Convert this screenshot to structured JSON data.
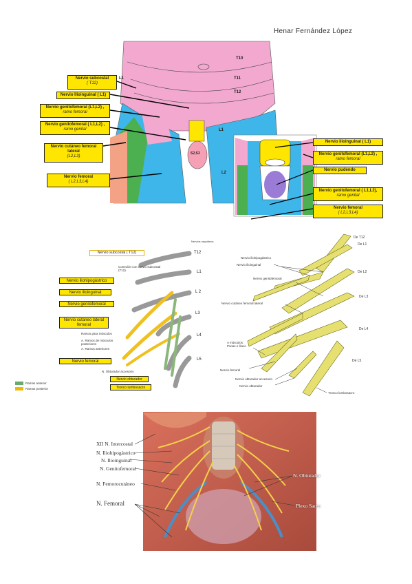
{
  "author": "Henar Fernández López",
  "figure1": {
    "segments": [
      "T10",
      "T11",
      "T12",
      "L1",
      "L2"
    ],
    "inset_segment": "S2,S3",
    "left_labels": [
      {
        "name": "Nervio subcostal",
        "roots": "( T12)"
      },
      {
        "name": "Nervio Ilioinguinal ( L1)",
        "roots": ""
      },
      {
        "name": "Nervio genitofemoral (L1,L2) ,",
        "roots": "ramo femoral"
      },
      {
        "name": "Nervio genitofemoral ( L1,L2) ,",
        "roots": "ramo genital"
      },
      {
        "name": "Nervio cutáneo femoral lateral",
        "roots": "(L2,L3)"
      },
      {
        "name": "Nervio femoral",
        "roots": "( L2,L3,L4)"
      }
    ],
    "right_labels": [
      {
        "name": "Nervio ilioinguinal ( L1)",
        "roots": ""
      },
      {
        "name": "Nervio genitofemoral (L1,L2) ,",
        "roots": "ramo femoral"
      },
      {
        "name": "Nervio pudendo",
        "roots": ""
      },
      {
        "name": "Nervio genitofemoral ( L1,L2),",
        "roots": "ramo genital"
      },
      {
        "name": "Nervio femoral",
        "roots": "( L2,L3,L4)"
      }
    ]
  },
  "figure2": {
    "header": "Nervios raquídeos",
    "segments": [
      "T12",
      "L1",
      "L 2",
      "L3",
      "L4",
      "L5"
    ],
    "labels": [
      "Nervio subcostal ( T12)",
      "Nervio iliohipogástrico",
      "Nervio ilioinguinal",
      "Nervio genitofemoral",
      "Nervio cutaneo lateral femoral",
      "Nervio femoral",
      "Nervio obturador",
      "Tronco lumbosacro"
    ],
    "small_labels": [
      "Conexión con nervio subcostal (T12)",
      "Ramos para músculos",
      "A. Ramos anteriores",
      "A. Ramos de músculos posteriores",
      "N. Obturador accesorio"
    ],
    "legend": [
      {
        "label": "Ramas anterior",
        "color": "#6aaa6a"
      },
      {
        "label": "Ramas posterior",
        "color": "#f2b800"
      }
    ]
  },
  "figure3": {
    "segments": [
      "De T12",
      "De L1",
      "De L2",
      "De L3",
      "De L4",
      "De L5"
    ],
    "labels": [
      "Nervio iliohipogástrico",
      "Nervio ilioinguinal",
      "Nervio genitofemoral",
      "Nervio cutáneo femoral lateral",
      "A músculos Psoas e iliaco",
      "Nervio femoral",
      "Nervio obturador accesorio",
      "Nervio obturador",
      "Tronco lumbosacro"
    ]
  },
  "figure4": {
    "left_labels": [
      "XII N. Intercostal",
      "N. Iliohipogástrico",
      "N. Ilioinguinal",
      "N. Genitofemoral",
      "N. Femorocutáneo",
      "N. Femoral"
    ],
    "right_labels": [
      "N. Obturador",
      "Plexo Sacro"
    ]
  },
  "colors": {
    "pink": "#f2a8cf",
    "blue": "#3fb6ea",
    "green": "#4caf50",
    "salmon": "#f4a285",
    "yellow": "#ffe600",
    "purple": "#9a7bd6",
    "nerve_yellow": "#f0c020",
    "nerve_green": "#8ab87a"
  }
}
